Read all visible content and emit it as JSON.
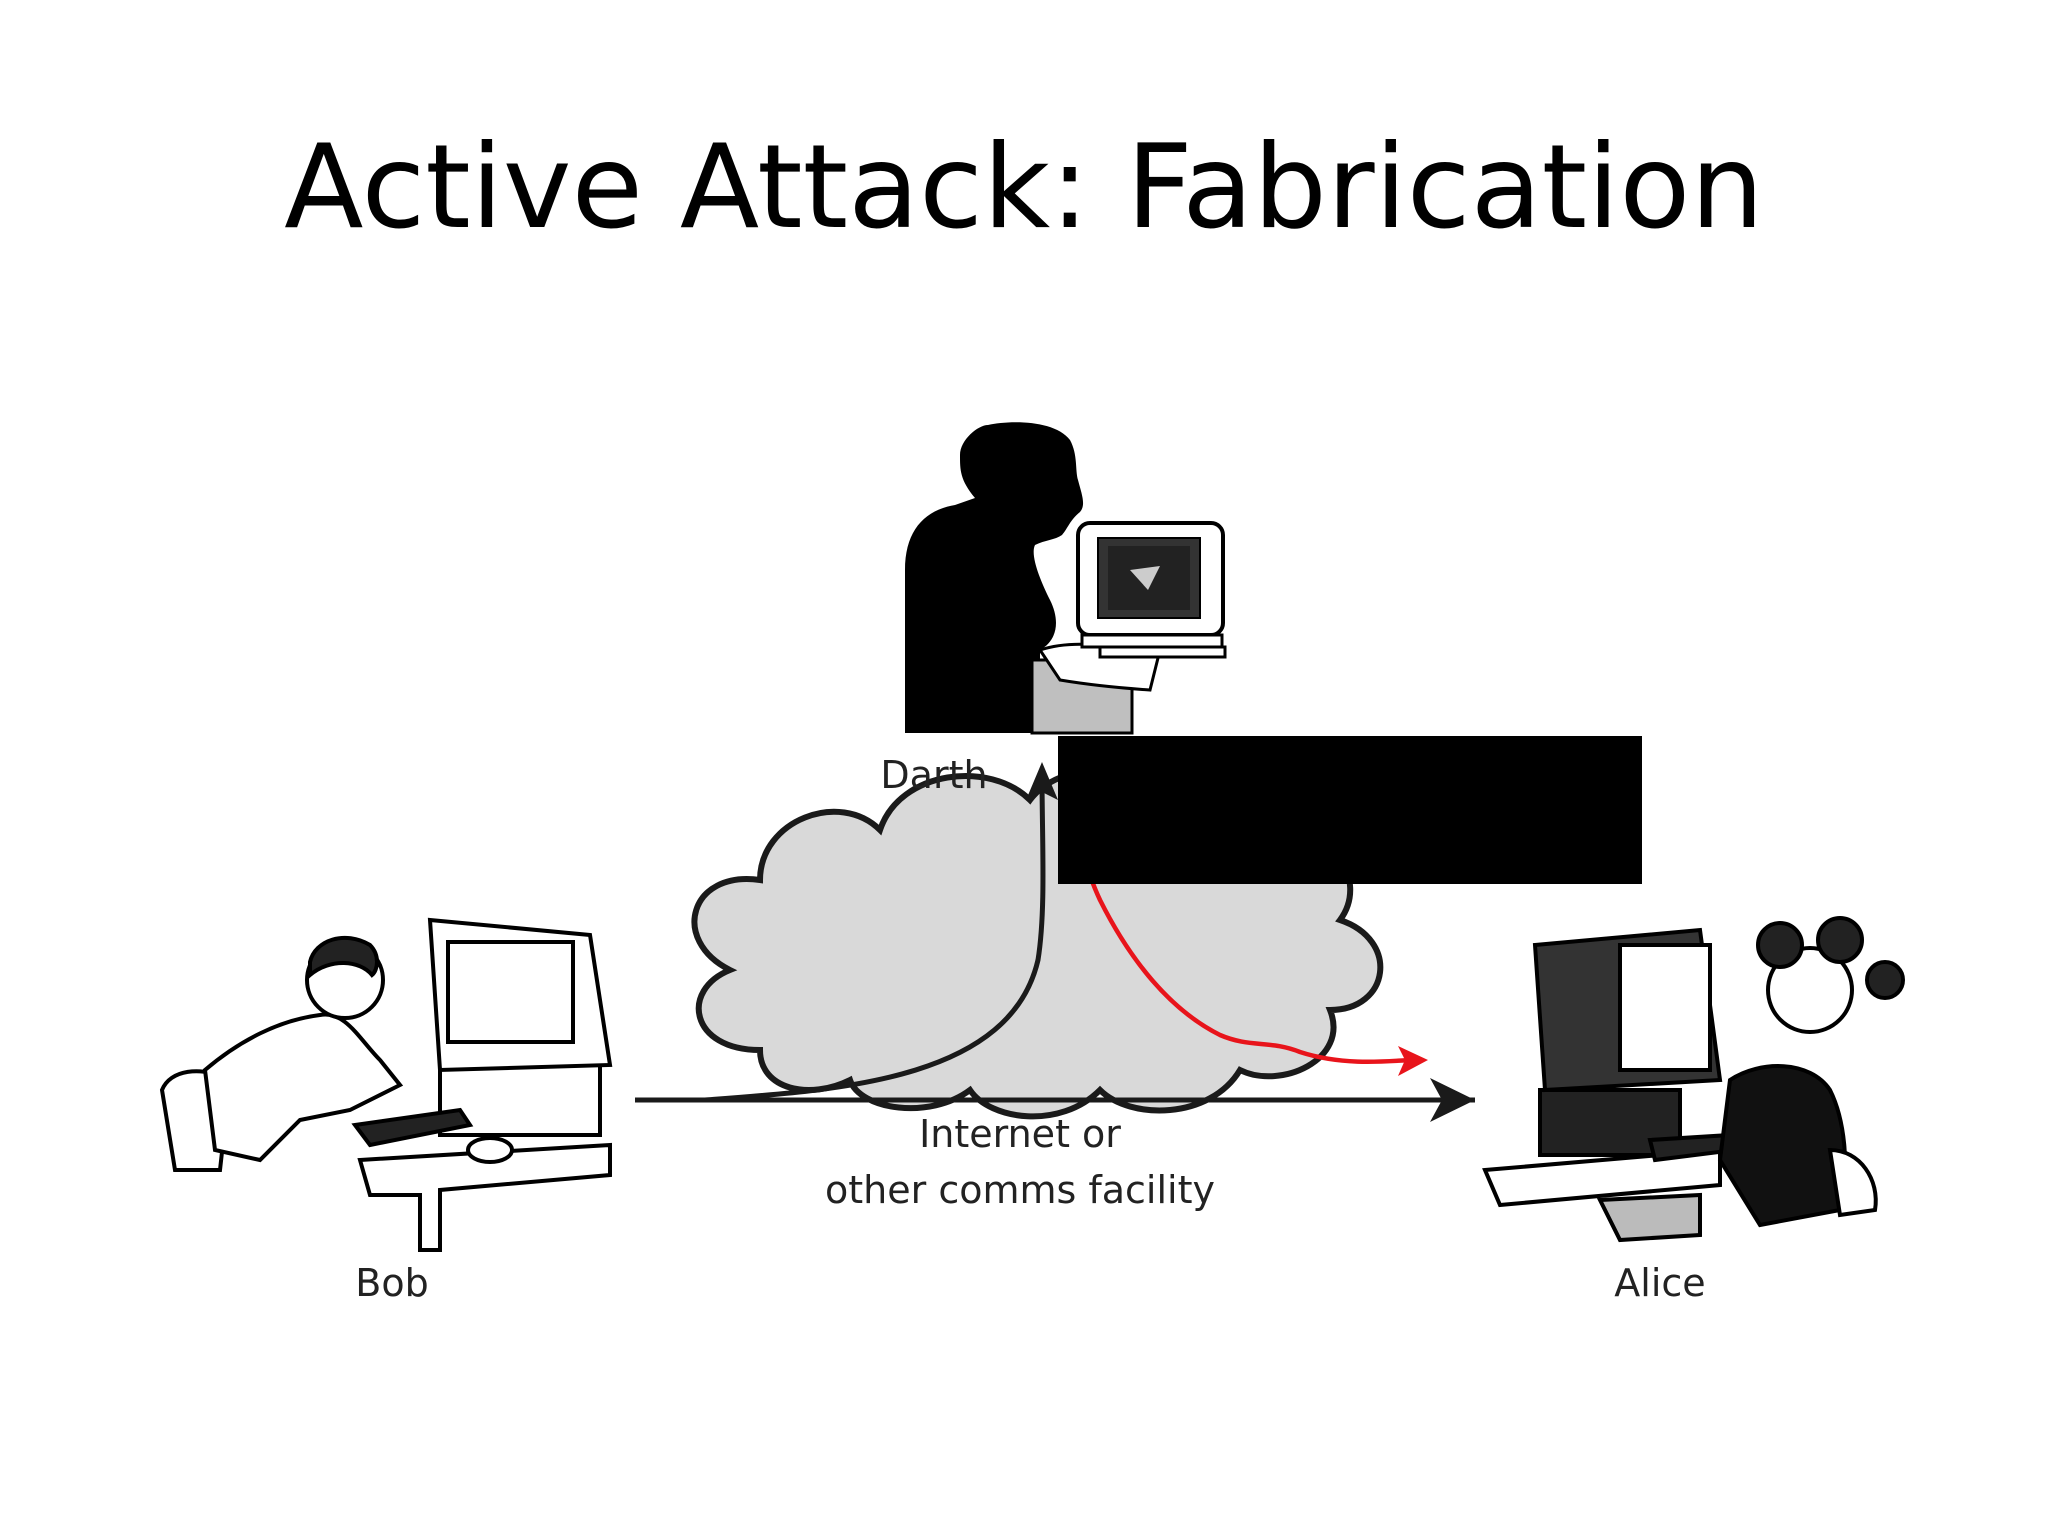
{
  "slide": {
    "title": "Active Attack: Fabrication"
  },
  "diagram": {
    "nodes": {
      "attacker": "Darth",
      "sender": "Bob",
      "receiver": "Alice"
    },
    "network_label_line1": "Internet or",
    "network_label_line2": "other comms facility"
  },
  "colors": {
    "cloud_fill": "#d9d9d9",
    "attack_path": "#e8141b",
    "redaction_box": "#000000",
    "line": "#1a1a1a"
  }
}
